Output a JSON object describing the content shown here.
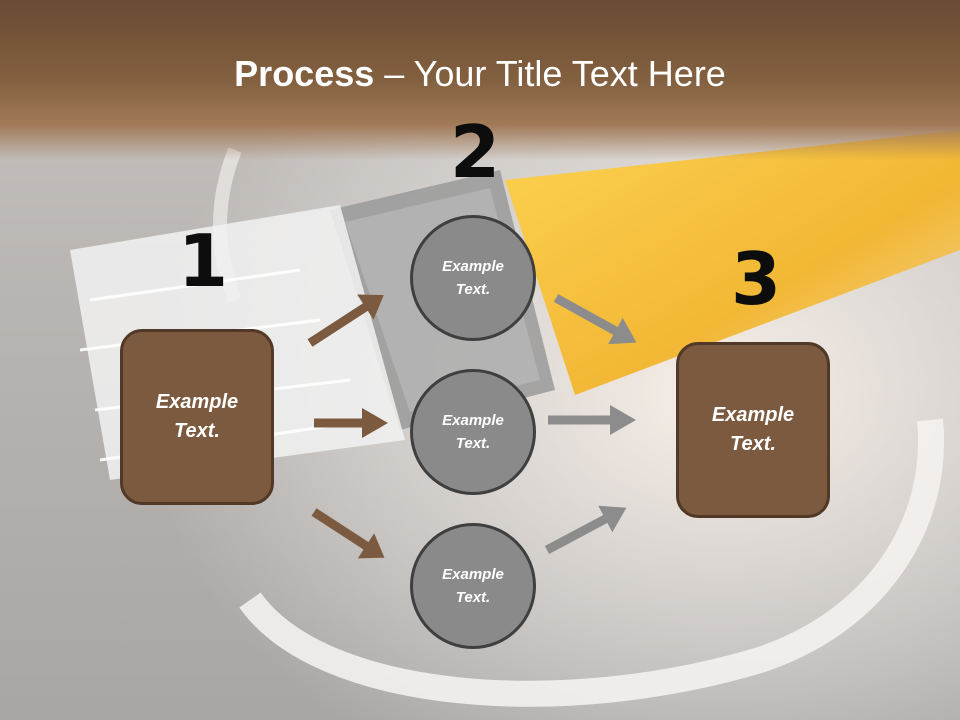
{
  "title": {
    "bold": "Process",
    "rest": " – Your Title Text Here"
  },
  "steps": [
    {
      "number": "1",
      "text_line1": "Example",
      "text_line2": "Text."
    },
    {
      "number": "2"
    },
    {
      "number": "3",
      "text_line1": "Example",
      "text_line2": "Text."
    }
  ],
  "circles": [
    {
      "text_line1": "Example",
      "text_line2": "Text."
    },
    {
      "text_line1": "Example",
      "text_line2": "Text."
    },
    {
      "text_line1": "Example",
      "text_line2": "Text."
    }
  ],
  "colors": {
    "title_band": "#7a573a",
    "box_fill": "#7b5a3f",
    "circle_fill": "#8a8a8a",
    "arrow_brown": "#7b5a3f",
    "arrow_gray": "#8c8c8c"
  }
}
